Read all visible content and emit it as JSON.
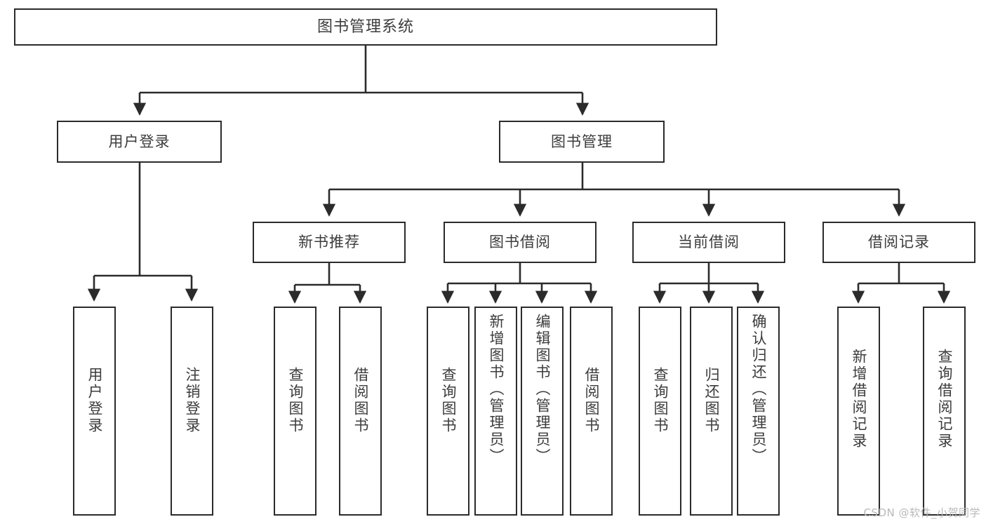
{
  "diagram": {
    "type": "tree-hierarchy-diagram",
    "title": "图书管理系统",
    "orientation": "top-down",
    "colors": {
      "background": "#ffffff",
      "box_border": "#2b2b2b",
      "box_fill": "#ffffff",
      "text": "#3c3c3c",
      "connector": "#2b2b2b",
      "watermark": "#b9b9b9"
    }
  },
  "nodes": {
    "root": {
      "label": "图书管理系统"
    },
    "level1": [
      {
        "label": "用户登录"
      },
      {
        "label": "图书管理"
      }
    ],
    "level2": [
      {
        "label": "新书推荐"
      },
      {
        "label": "图书借阅"
      },
      {
        "label": "当前借阅"
      },
      {
        "label": "借阅记录"
      }
    ],
    "leaves_user_login": [
      {
        "label": "用户登录"
      },
      {
        "label": "注销登录"
      }
    ],
    "leaves_new_book": [
      {
        "label": "查询图书"
      },
      {
        "label": "借阅图书"
      }
    ],
    "leaves_borrow": [
      {
        "label": "查询图书"
      },
      {
        "label": "新增图书（管理员）"
      },
      {
        "label": "编辑图书（管理员）"
      },
      {
        "label": "借阅图书"
      }
    ],
    "leaves_current": [
      {
        "label": "查询图书"
      },
      {
        "label": "归还图书"
      },
      {
        "label": "确认归还（管理员）"
      }
    ],
    "leaves_records": [
      {
        "label": "新增借阅记录"
      },
      {
        "label": "查询借阅记录"
      }
    ]
  },
  "watermark": {
    "text": "CSDN @软件_小贺同学"
  }
}
